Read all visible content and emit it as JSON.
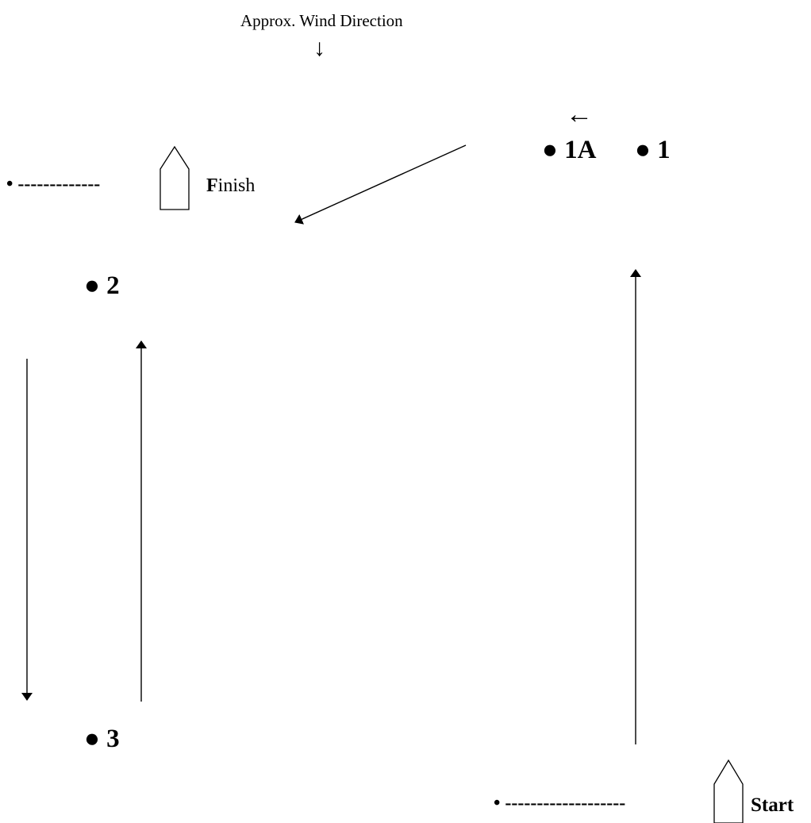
{
  "wind": {
    "label": "Approx. Wind Direction",
    "arrow": "↓"
  },
  "marks": {
    "small_arrow": "←",
    "mark_1a": "● 1A",
    "mark_1": "● 1",
    "mark_2": "● 2",
    "mark_3": "● 3"
  },
  "finish": {
    "line": "• -------------",
    "label_initial": "F",
    "label_rest": "inish"
  },
  "start": {
    "line": "• -------------------",
    "label": "Start"
  },
  "colors": {
    "ink": "#000000",
    "background": "#ffffff"
  }
}
